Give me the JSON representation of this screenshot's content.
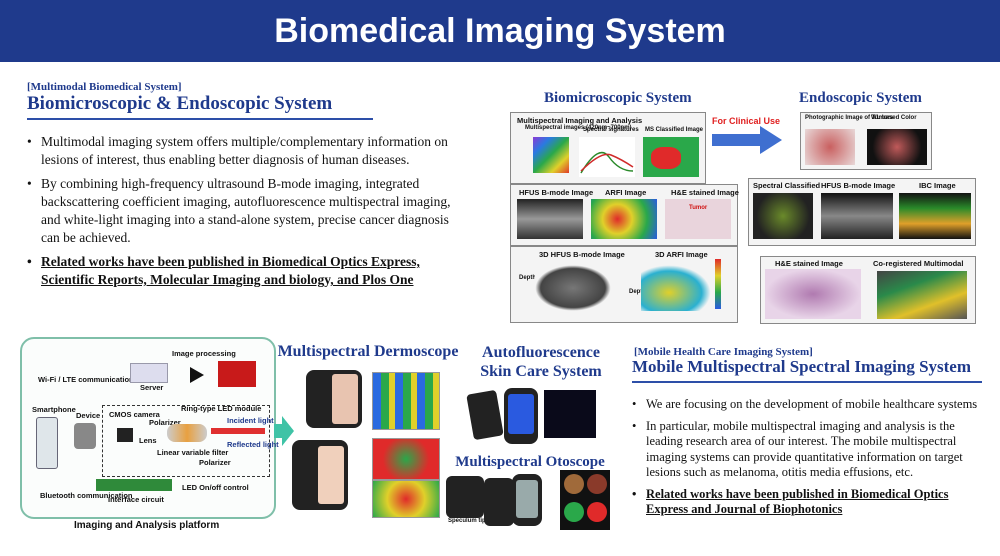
{
  "header": {
    "title": "Biomedical Imaging System"
  },
  "left_section": {
    "tag": "[Multimodal Biomedical System]",
    "title": "Biomicroscopic & Endoscopic System",
    "bullets": [
      "Multimodal imaging system offers multiple/complementary information on lesions of interest, thus enabling better diagnosis of human diseases.",
      "By combining high-frequency ultrasound B-mode imaging, integrated backscattering coefficient imaging, autofluorescence multispectral imaging, and white-light imaging into a stand-alone system, precise cancer diagnosis can be achieved.",
      "Related works have been published in Biomedical Optics Express, Scientific Reports, Molecular Imaging and biology, and Plos One"
    ]
  },
  "biomicroscopic": {
    "title": "Biomicroscopic System",
    "labels": {
      "multispectral": "Multispectral Imaging and Analysis",
      "multispectral_images": "Multispectral images (420nm~700nm)",
      "spectral_signatures": "Spectral signatures",
      "ms_classified": "MS Classified Image",
      "hfus": "HFUS B-mode Image",
      "arfi": "ARFI Image",
      "he": "H&E stained Image",
      "hfus3d": "3D HFUS B-mode Image",
      "arfi3d": "3D ARFI Image",
      "tumor": "Tumor",
      "depth": "Depth"
    }
  },
  "clinical": {
    "label": "For Clinical Use"
  },
  "endoscopic": {
    "title": "Endoscopic System",
    "labels": {
      "photo": "Photographic Image of Tumors",
      "wl": "WL based Color",
      "spectral": "Spectral Classified",
      "hfus": "HFUS B-mode Image",
      "ibc": "IBC Image",
      "he": "H&E stained Image",
      "coreg": "Co-registered Multimodal"
    }
  },
  "platform": {
    "caption": "Imaging and Analysis platform",
    "labels": {
      "image_processing": "Image processing",
      "wifi": "Wi-Fi / LTE communication",
      "server": "Server",
      "smartphone": "Smartphone",
      "device": "Device",
      "cmos": "CMOS camera",
      "lens": "Lens",
      "polarizer": "Polarizer",
      "ring": "Ring-type LED module",
      "incident": "Incident light",
      "reflected": "Reflected light",
      "linear_filter": "Linear variable filter",
      "polarizer2": "Polarizer",
      "bluetooth": "Bluetooth communication",
      "interface": "Interface circuit",
      "led_control": "LED On/off control"
    }
  },
  "products": {
    "dermoscope": "Multispectral Dermoscope",
    "autofluorescence": "Autofluorescence Skin Care System",
    "otoscope": "Multispectral Otoscope",
    "speculum": "Speculum tip"
  },
  "mobile_section": {
    "tag": "[Mobile Health Care Imaging System]",
    "title": "Mobile Multispectral Spectral Imaging System",
    "bullets": [
      "We are focusing on the development of mobile healthcare systems",
      "In particular, mobile multispectral imaging and analysis is the leading research area of our interest. The mobile multispectral imaging systems can provide quantitative information on target lesions such as melanoma, otitis media effusions, etc.",
      "Related works have been published in Biomedical Optics Express and Journal of Biophotonics"
    ]
  },
  "colors": {
    "banner": "#1f3a8c",
    "accent": "#1f3a8c",
    "clinical": "#e02020",
    "arrow": "#3f6fd0",
    "platform_border": "#7fbfa9"
  }
}
